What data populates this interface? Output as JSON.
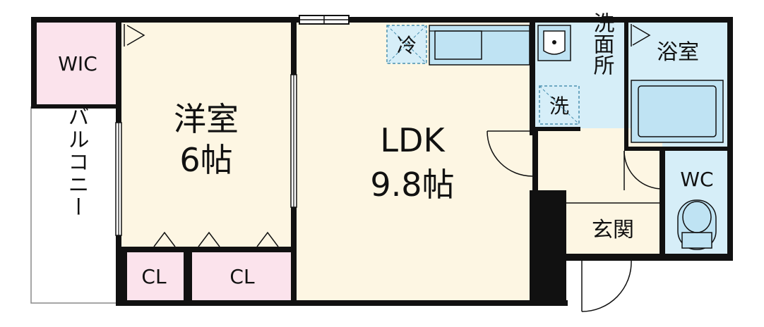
{
  "rooms": {
    "western": {
      "name": "洋室",
      "size": "6帖"
    },
    "ldk": {
      "name": "LDK",
      "size": "9.8帖"
    },
    "wic": "WIC",
    "closet_left": "CL",
    "closet_right": "CL",
    "balcony": "バルコニー",
    "washroom": "洗面所",
    "bath": "浴室",
    "wc": "WC",
    "entrance": "玄関"
  },
  "fixtures": {
    "fridge": "冷",
    "washer": "洗"
  },
  "colors": {
    "wall": "#111111",
    "wood_floor": "#fdf6e3",
    "closet_pink": "#fbe3ec",
    "wet_blue": "#d6eef8",
    "fixture_blue": "#bfe3f3"
  }
}
